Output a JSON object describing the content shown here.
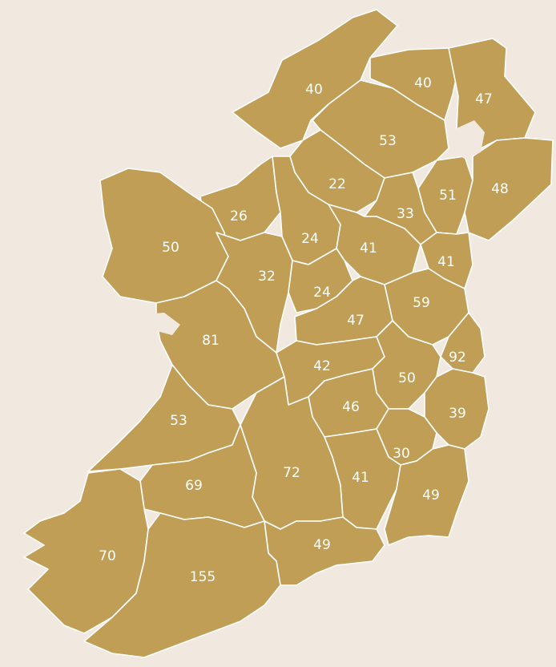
{
  "colors": {
    "background": "#f1e9df",
    "land": "#c09e55",
    "border": "#ffffff",
    "label": "#ffffff",
    "lake": "#f1e9df"
  },
  "counties": [
    {
      "id": "donegal",
      "value": "40"
    },
    {
      "id": "derry",
      "value": "40"
    },
    {
      "id": "antrim",
      "value": "47"
    },
    {
      "id": "tyrone",
      "value": "53"
    },
    {
      "id": "fermanagh",
      "value": "22"
    },
    {
      "id": "armagh",
      "value": "51"
    },
    {
      "id": "down",
      "value": "48"
    },
    {
      "id": "monaghan",
      "value": "33"
    },
    {
      "id": "leitrim",
      "value": "26"
    },
    {
      "id": "mayo",
      "value": "50"
    },
    {
      "id": "sligo",
      "value": "24"
    },
    {
      "id": "cavan",
      "value": "41"
    },
    {
      "id": "louth",
      "value": "41"
    },
    {
      "id": "roscommon",
      "value": "32"
    },
    {
      "id": "longford",
      "value": "24"
    },
    {
      "id": "meath",
      "value": "59"
    },
    {
      "id": "westmeath",
      "value": "47"
    },
    {
      "id": "galway",
      "value": "81"
    },
    {
      "id": "dublin",
      "value": "92"
    },
    {
      "id": "offaly",
      "value": "42"
    },
    {
      "id": "kildare",
      "value": "50"
    },
    {
      "id": "laois",
      "value": "46"
    },
    {
      "id": "wicklow",
      "value": "39"
    },
    {
      "id": "clare",
      "value": "53"
    },
    {
      "id": "carlow",
      "value": "30"
    },
    {
      "id": "tipperary",
      "value": "72"
    },
    {
      "id": "kilkenny",
      "value": "41"
    },
    {
      "id": "limerick",
      "value": "69"
    },
    {
      "id": "wexford",
      "value": "49"
    },
    {
      "id": "waterford",
      "value": "49"
    },
    {
      "id": "kerry",
      "value": "70"
    },
    {
      "id": "cork",
      "value": "155"
    }
  ]
}
